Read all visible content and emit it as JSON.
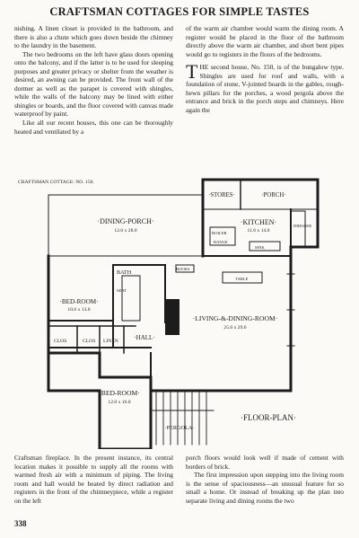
{
  "header": {
    "title": "CRAFTSMAN COTTAGES FOR SIMPLE TASTES"
  },
  "top_left": {
    "paragraphs": [
      "nishing. A linen closet is provided in the bathroom, and there is also a chute which goes down beside the chimney to the laundry in the basement.",
      "The two bedrooms on the left have glass doors opening onto the balcony, and if the latter is to be used for sleeping purposes and greater privacy or shelter from the weather is desired, an awning can be provided. The front wall of the dormer as well as the parapet is covered with shingles, while the walls of the balcony may be lined with either shingles or boards, and the floor covered with canvas made waterproof by paint.",
      "Like all our recent houses, this one can be thoroughly heated and ventilated by a"
    ]
  },
  "top_right": {
    "paragraphs": [
      "of the warm air chamber would warm the dining room. A register would be placed in the floor of the bathroom directly above the warm air chamber, and short bent pipes would go to registers in the floors of the bedrooms."
    ],
    "dropcap": "T",
    "dropcap_rest": "HE second house, No. 150, is of the bungalow type. Shingles are used for roof and walls, with a foundation of stone, V-jointed boards in the gables, rough-hewn pillars for the porches, a wood pergola above the entrance and brick in the porch steps and chimneys. Here again the"
  },
  "plan": {
    "caption": "CRAFTSMAN COTTAGE: NO. 150.",
    "stores": "·STORES·",
    "porch": "·PORCH·",
    "dresser": "DRESSER",
    "kitchen": "·KITCHEN·",
    "kitchen_size": "11.6 x 14.0",
    "boiler": "BOILER",
    "range": "RANGE",
    "sink": "SINK",
    "dining_porch": "·DINING-PORCH·",
    "dining_porch_size": "12.0 x 28.0",
    "books": "BOOKS",
    "table": "TABLE",
    "bath": "BATH",
    "seat": "SEAT",
    "bedroom1": "·BED-ROOM·",
    "bedroom1_size": "10.6 x 13.0",
    "hall": "·HALL·",
    "living_dining": "·LIVING-&-DINING-ROOM·",
    "living_dining_size": "25.0 x 29.0",
    "clos1": "CLOS",
    "clos2": "CLOS",
    "linen": "LINEN",
    "bedroom2": "·BED-ROOM·",
    "bedroom2_size": "12.0 x 16.0",
    "pergola": "·PERGOLA·",
    "floor_plan": "·FLOOR-PLAN·"
  },
  "bottom_left": {
    "paragraphs": [
      "Craftsman fireplace. In the present instance, its central location makes it possible to supply all the rooms with warmed fresh air with a minimum of piping. The living room and hall would be heated by direct radiation and registers in the front of the chimneypiece, while a register on the left"
    ]
  },
  "bottom_right": {
    "paragraphs": [
      "porch floors would look well if made of cement with borders of brick.",
      "The first impression upon stepping into the living room is the sense of spaciousness—an unusual feature for so small a home. Or instead of breaking up the plan into separate living and dining rooms the two"
    ]
  },
  "footer": {
    "page_number": "338"
  }
}
